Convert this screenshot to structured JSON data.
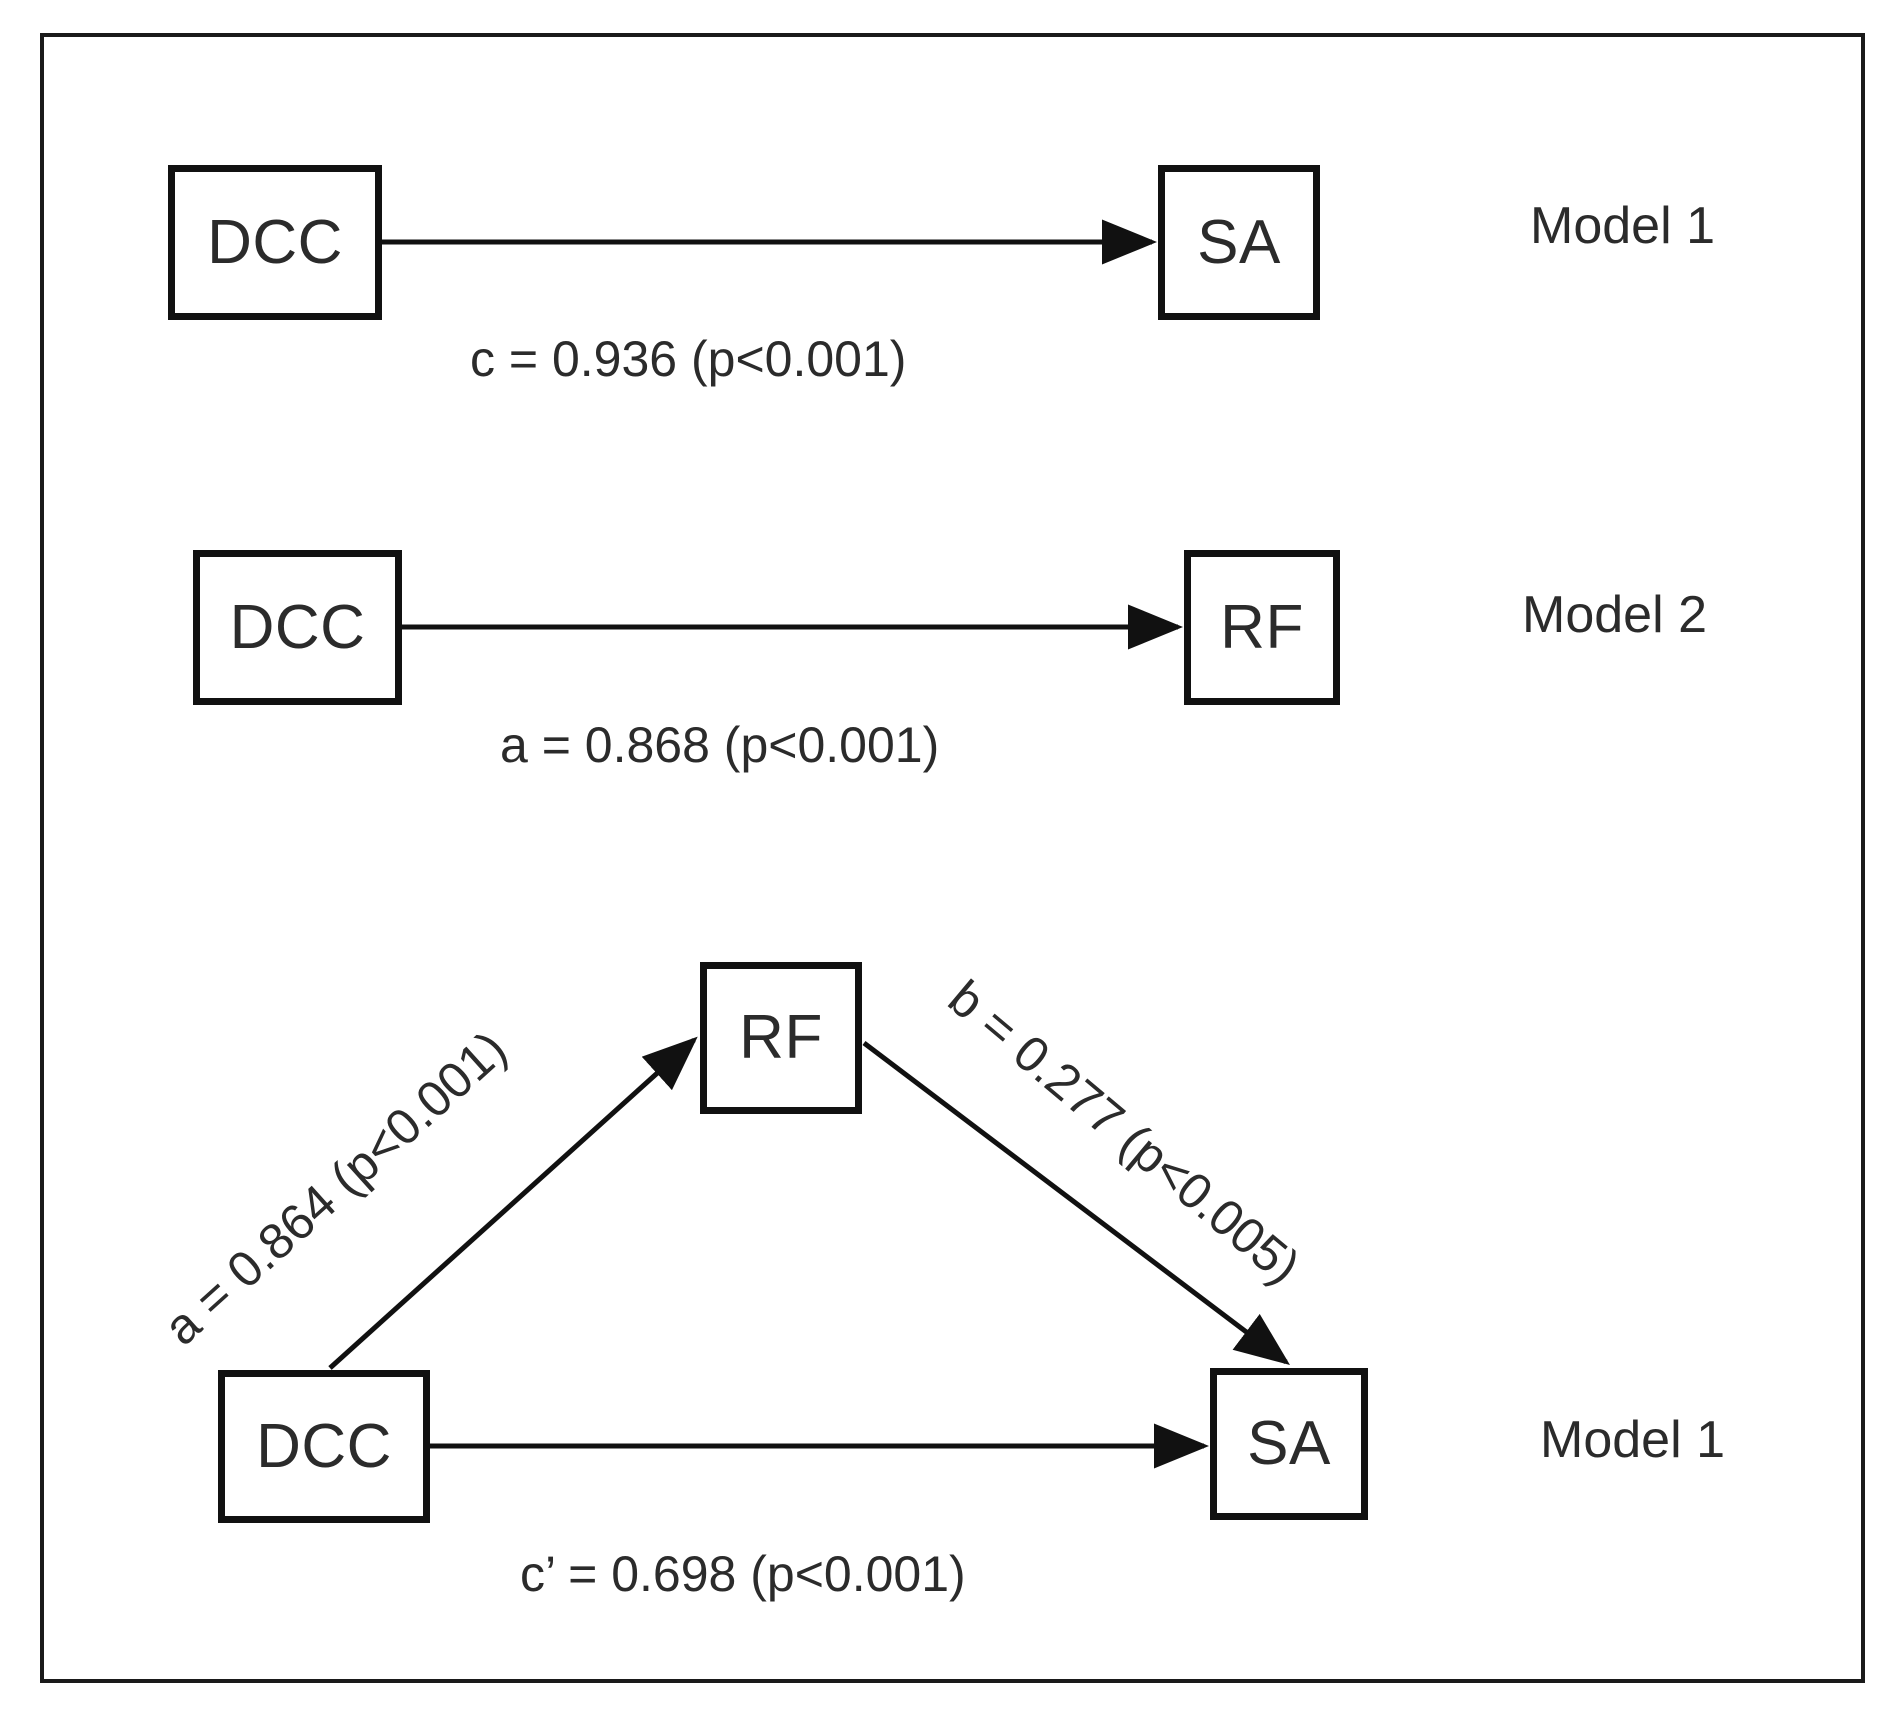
{
  "figure": {
    "background": "#ffffff",
    "frame_color": "#1a1a1a",
    "node_border_color": "#111111",
    "text_color": "#2b2b2b"
  },
  "models": [
    {
      "caption": "Model 1",
      "nodes": [
        {
          "id": "m1-dcc",
          "label": "DCC"
        },
        {
          "id": "m1-sa",
          "label": "SA"
        }
      ],
      "edges": [
        {
          "id": "m1-c",
          "from": "DCC",
          "to": "SA",
          "label": "c = 0.936 (p<0.001)",
          "coefficient": "c",
          "value": 0.936,
          "p": "p<0.001"
        }
      ]
    },
    {
      "caption": "Model 2",
      "nodes": [
        {
          "id": "m2-dcc",
          "label": "DCC"
        },
        {
          "id": "m2-rf",
          "label": "RF"
        }
      ],
      "edges": [
        {
          "id": "m2-a",
          "from": "DCC",
          "to": "RF",
          "label": "a = 0.868 (p<0.001)",
          "coefficient": "a",
          "value": 0.868,
          "p": "p<0.001"
        }
      ]
    },
    {
      "caption": "Model 1",
      "nodes": [
        {
          "id": "m3-rf",
          "label": "RF"
        },
        {
          "id": "m3-dcc",
          "label": "DCC"
        },
        {
          "id": "m3-sa",
          "label": "SA"
        }
      ],
      "edges": [
        {
          "id": "m3-a",
          "from": "DCC",
          "to": "RF",
          "label": "a = 0.864 (p<0.001)",
          "coefficient": "a",
          "value": 0.864,
          "p": "p<0.001"
        },
        {
          "id": "m3-b",
          "from": "RF",
          "to": "SA",
          "label": "b = 0.277 (p<0.005)",
          "coefficient": "b",
          "value": 0.277,
          "p": "p<0.005"
        },
        {
          "id": "m3-cprime",
          "from": "DCC",
          "to": "SA",
          "label": "c’ = 0.698 (p<0.001)",
          "coefficient": "c’",
          "value": 0.698,
          "p": "p<0.001"
        }
      ]
    }
  ]
}
